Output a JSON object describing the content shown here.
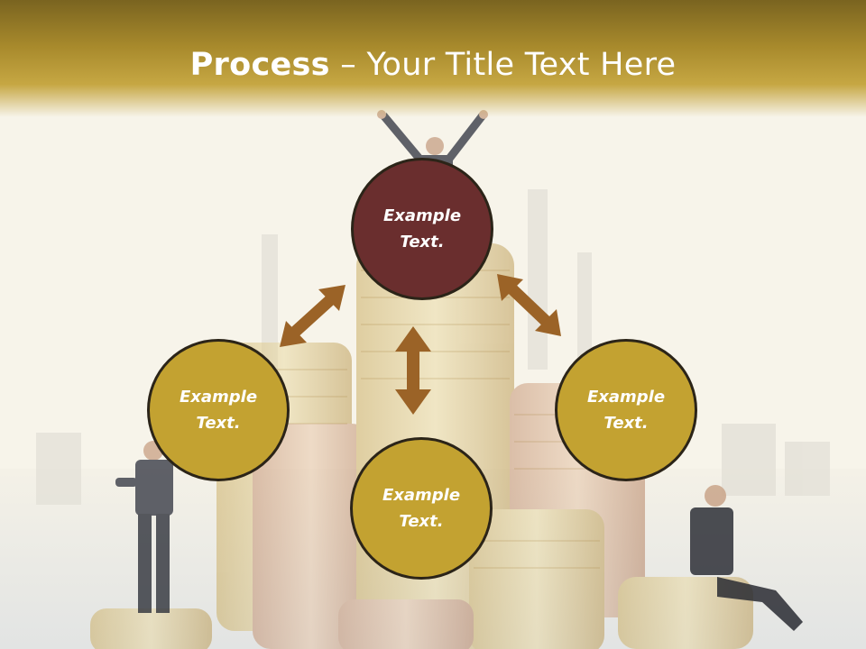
{
  "slide": {
    "title_bold": "Process",
    "title_rest": " – Your Title Text Here"
  },
  "nodes": {
    "top": {
      "label": "Example\nText.",
      "color": "#6a2e2e"
    },
    "left": {
      "label": "Example\nText.",
      "color": "#c3a231"
    },
    "right": {
      "label": "Example\nText.",
      "color": "#c3a231"
    },
    "bottom": {
      "label": "Example\nText.",
      "color": "#c3a231"
    }
  },
  "colors": {
    "header": "#a88a2c",
    "arrow": "#9b6327",
    "node_border": "#2b2418"
  }
}
